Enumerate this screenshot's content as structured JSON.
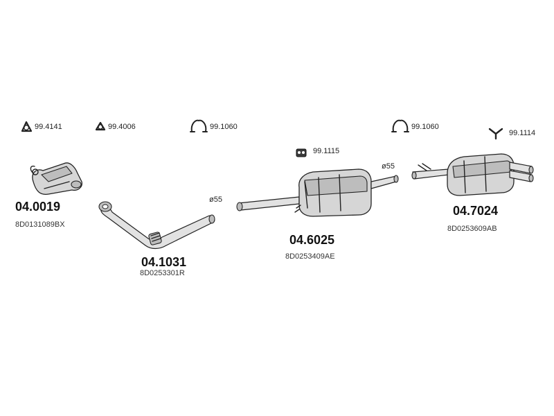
{
  "hardware": {
    "gasket_1": "99.4141",
    "gasket_2": "99.4006",
    "clamp_1": "99.1060",
    "clamp_2": "99.1060",
    "rubber_mount": "99.1115",
    "hanger": "99.1114"
  },
  "parts": {
    "catalytic_converter": {
      "number": "04.0019",
      "oem": "8D0131089BX"
    },
    "front_pipe": {
      "number": "04.1031",
      "oem": "8D0253301R",
      "diameter": "ø55"
    },
    "middle_silencer": {
      "number": "04.6025",
      "oem": "8D0253409AE",
      "diameter": "ø55"
    },
    "rear_silencer": {
      "number": "04.7024",
      "oem": "8D0253609AB"
    }
  }
}
